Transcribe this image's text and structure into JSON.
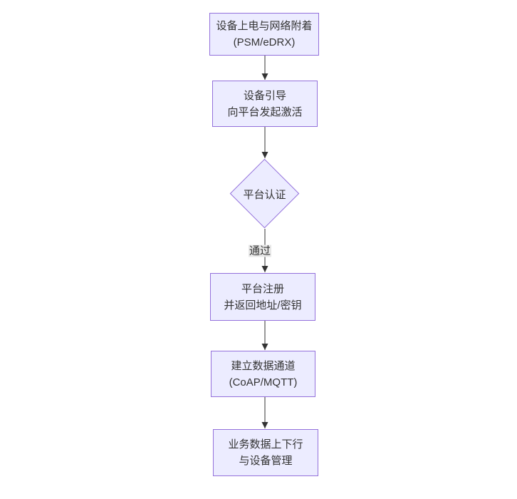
{
  "colors": {
    "background": "#ffffff",
    "node_fill": "#ECECFF",
    "node_border": "#9370DB",
    "edge": "#333333",
    "edge_label_bg": "#e8e8e8",
    "text": "#333333"
  },
  "flowchart": {
    "type": "vertical-flowchart",
    "nodes": [
      {
        "id": "start",
        "shape": "rect",
        "line1": "设备上电与网络附着",
        "line2": "(PSM/eDRX)"
      },
      {
        "id": "bootstrap",
        "shape": "rect",
        "line1": "设备引导",
        "line2": "向平台发起激活"
      },
      {
        "id": "auth",
        "shape": "diamond",
        "line1": "平台认证",
        "line2": ""
      },
      {
        "id": "register",
        "shape": "rect",
        "line1": "平台注册",
        "line2": "并返回地址/密钥"
      },
      {
        "id": "channel",
        "shape": "rect",
        "line1": "建立数据通道",
        "line2": "(CoAP/MQTT)"
      },
      {
        "id": "business",
        "shape": "rect",
        "line1": "业务数据上下行",
        "line2": "与设备管理"
      }
    ],
    "edges": [
      {
        "from": "start",
        "to": "bootstrap",
        "label": ""
      },
      {
        "from": "bootstrap",
        "to": "auth",
        "label": ""
      },
      {
        "from": "auth",
        "to": "register",
        "label": "通过"
      },
      {
        "from": "register",
        "to": "channel",
        "label": ""
      },
      {
        "from": "channel",
        "to": "business",
        "label": ""
      }
    ]
  }
}
